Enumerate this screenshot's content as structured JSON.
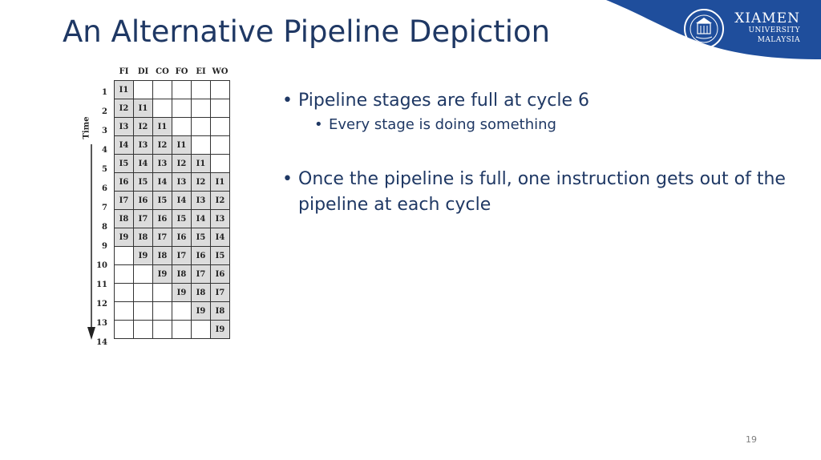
{
  "slide": {
    "title": "An Alternative Pipeline Depiction",
    "page_number": "19"
  },
  "logo": {
    "line1": "XIAMEN",
    "line2": "UNIVERSITY",
    "line3": "MALAYSIA",
    "seal_icon": "university-seal-icon",
    "banner_color": "#1f4e9c"
  },
  "figure": {
    "columns": [
      "FI",
      "DI",
      "CO",
      "FO",
      "EI",
      "WO"
    ],
    "rows": [
      {
        "cycle": "1",
        "cells": [
          "I1",
          "",
          "",
          "",
          "",
          ""
        ]
      },
      {
        "cycle": "2",
        "cells": [
          "I2",
          "I1",
          "",
          "",
          "",
          ""
        ]
      },
      {
        "cycle": "3",
        "cells": [
          "I3",
          "I2",
          "I1",
          "",
          "",
          ""
        ]
      },
      {
        "cycle": "4",
        "cells": [
          "I4",
          "I3",
          "I2",
          "I1",
          "",
          ""
        ]
      },
      {
        "cycle": "5",
        "cells": [
          "I5",
          "I4",
          "I3",
          "I2",
          "I1",
          ""
        ]
      },
      {
        "cycle": "6",
        "cells": [
          "I6",
          "I5",
          "I4",
          "I3",
          "I2",
          "I1"
        ]
      },
      {
        "cycle": "7",
        "cells": [
          "I7",
          "I6",
          "I5",
          "I4",
          "I3",
          "I2"
        ]
      },
      {
        "cycle": "8",
        "cells": [
          "I8",
          "I7",
          "I6",
          "I5",
          "I4",
          "I3"
        ]
      },
      {
        "cycle": "9",
        "cells": [
          "I9",
          "I8",
          "I7",
          "I6",
          "I5",
          "I4"
        ]
      },
      {
        "cycle": "10",
        "cells": [
          "",
          "I9",
          "I8",
          "I7",
          "I6",
          "I5"
        ]
      },
      {
        "cycle": "11",
        "cells": [
          "",
          "",
          "I9",
          "I8",
          "I7",
          "I6"
        ]
      },
      {
        "cycle": "12",
        "cells": [
          "",
          "",
          "",
          "I9",
          "I8",
          "I7"
        ]
      },
      {
        "cycle": "13",
        "cells": [
          "",
          "",
          "",
          "",
          "I9",
          "I8"
        ]
      },
      {
        "cycle": "14",
        "cells": [
          "",
          "",
          "",
          "",
          "",
          "I9"
        ]
      }
    ],
    "axis_label": "Time"
  },
  "bullets": [
    {
      "level": 1,
      "text": "Pipeline stages are full at cycle 6"
    },
    {
      "level": 2,
      "text": "Every stage is doing something"
    },
    {
      "level": 1,
      "text": "Once the pipeline is full, one instruction gets out of the pipeline at each cycle"
    }
  ],
  "colors": {
    "title": "#1f3864",
    "body_text": "#1f3864",
    "cell_fill": "#dcdcdc"
  }
}
